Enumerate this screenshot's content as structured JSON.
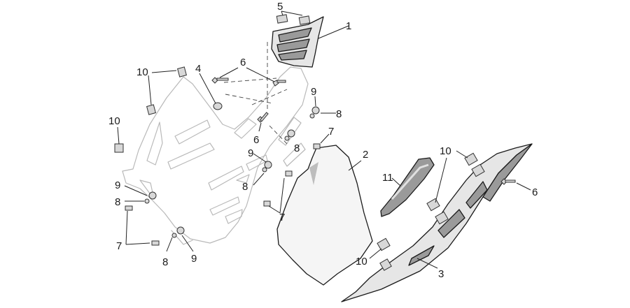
{
  "callouts": {
    "c1": "1",
    "c2": "2",
    "c3": "3",
    "c4": "4",
    "c5": "5",
    "c6a": "6",
    "c6b": "6",
    "c6c": "6",
    "c7a": "7",
    "c7b": "7",
    "c7c": "7",
    "c8a": "8",
    "c8b": "8",
    "c8c": "8",
    "c8d": "8",
    "c9a": "9",
    "c9b": "9",
    "c9c": "9",
    "c9d": "9",
    "c10a": "10",
    "c10b": "10",
    "c10c": "10",
    "c10d": "10",
    "c11": "11"
  },
  "colors": {
    "line": "#1a1a1a",
    "ghost": "#b9b9b9",
    "part_fill_light": "#e6e6e6",
    "part_fill_dark": "#9a9a9a"
  }
}
